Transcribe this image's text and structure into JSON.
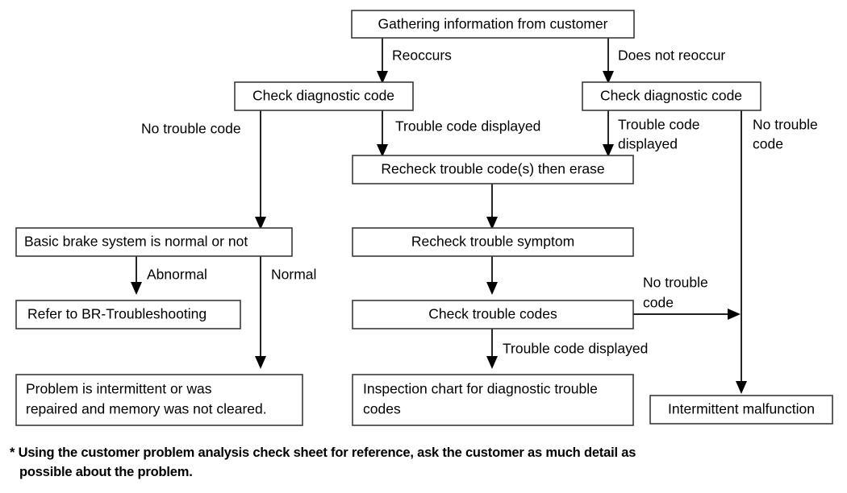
{
  "diagram": {
    "title": "Diagnostic troubleshooting flow chart",
    "colors": {
      "box_border": "#3a3a3a",
      "box_fill": "#ffffff",
      "line": "#000000",
      "text": "#000000"
    },
    "nodes": [
      {
        "id": "gathering",
        "label": "Gathering information from customer"
      },
      {
        "id": "check-diag-left",
        "label": "Check diagnostic code"
      },
      {
        "id": "check-diag-right",
        "label": "Check diagnostic code"
      },
      {
        "id": "recheck-erase",
        "label": "Recheck trouble code(s) then erase"
      },
      {
        "id": "basic-brake",
        "label": "Basic brake system is normal or not"
      },
      {
        "id": "recheck-symptom",
        "label": "Recheck trouble symptom"
      },
      {
        "id": "refer-br",
        "label": "Refer to BR-Troubleshooting"
      },
      {
        "id": "check-codes",
        "label": "Check trouble codes"
      },
      {
        "id": "problem-intermittent-l1",
        "label": "Problem is intermittent or was"
      },
      {
        "id": "problem-intermittent-l2",
        "label": "repaired and memory was not cleared."
      },
      {
        "id": "inspection-chart-l1",
        "label": "Inspection chart for diagnostic trouble"
      },
      {
        "id": "inspection-chart-l2",
        "label": "codes"
      },
      {
        "id": "intermittent-malfunction",
        "label": "Intermittent malfunction"
      }
    ],
    "edge_labels": [
      {
        "id": "reoccurs",
        "label": "Reoccurs"
      },
      {
        "id": "does-not-reoccur",
        "label": "Does not reoccur"
      },
      {
        "id": "no-trouble-code-left",
        "label": "No trouble code"
      },
      {
        "id": "trouble-code-displayed-left",
        "label": "Trouble code displayed"
      },
      {
        "id": "trouble-code-displayed-right-l1",
        "label": "Trouble code"
      },
      {
        "id": "trouble-code-displayed-right-l2",
        "label": "displayed"
      },
      {
        "id": "no-trouble-code-right-l1",
        "label": "No trouble"
      },
      {
        "id": "no-trouble-code-right-l2",
        "label": "code"
      },
      {
        "id": "abnormal",
        "label": "Abnormal"
      },
      {
        "id": "normal",
        "label": "Normal"
      },
      {
        "id": "no-trouble-code-mid-l1",
        "label": "No trouble"
      },
      {
        "id": "no-trouble-code-mid-l2",
        "label": "code"
      },
      {
        "id": "trouble-code-displayed-bottom",
        "label": "Trouble code displayed"
      }
    ]
  },
  "footnote": {
    "line1": "* Using the customer problem analysis check sheet for reference, ask the customer as much detail as",
    "line2": "possible about the problem."
  }
}
